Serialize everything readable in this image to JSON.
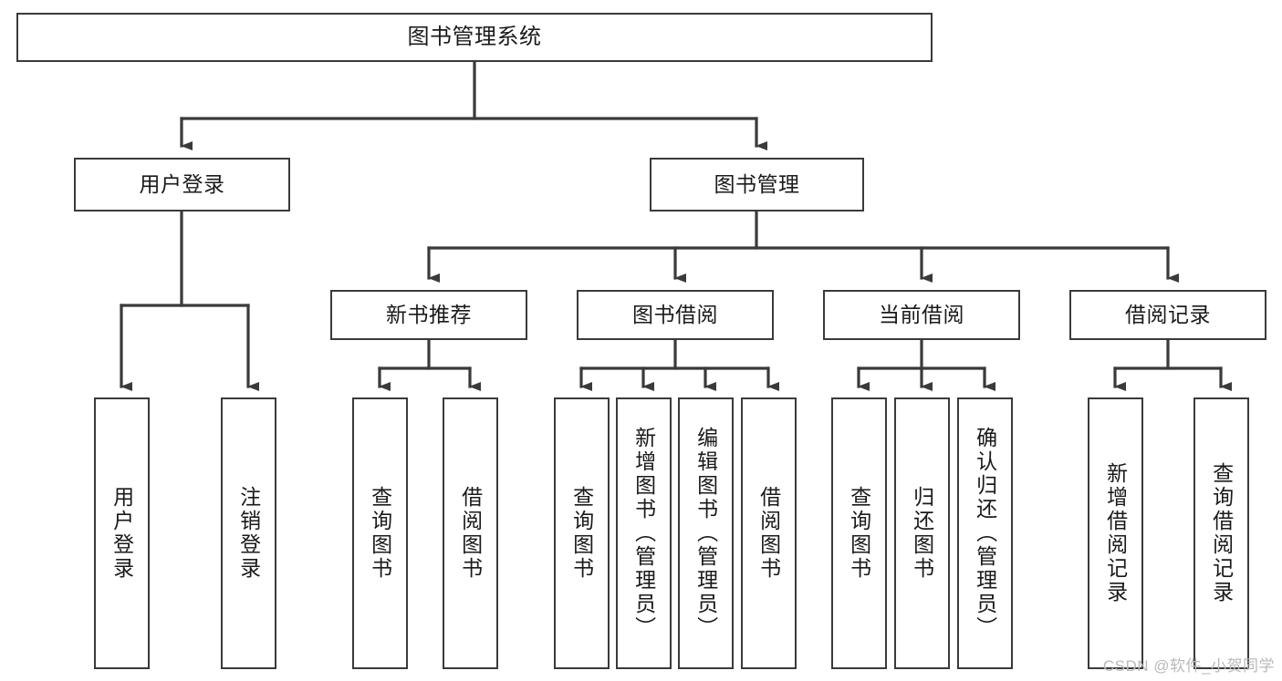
{
  "diagram": {
    "title": "图书管理系统",
    "type": "hierarchy-tree",
    "watermark": "CSDN @软件_小贺同学",
    "colors": {
      "box_border": "#3a3a3a",
      "box_fill": "#ffffff",
      "edge": "#3a3a3a",
      "text": "#1a1a1a",
      "watermark": "#b9b9b9"
    },
    "nodes": {
      "root": {
        "label": "图书管理系统",
        "level": 1
      },
      "user_login": {
        "label": "用户登录",
        "level": 2
      },
      "book_manage": {
        "label": "图书管理",
        "level": 2
      },
      "new_book_rec": {
        "label": "新书推荐",
        "level": 3
      },
      "book_borrow": {
        "label": "图书借阅",
        "level": 3
      },
      "current_borrow": {
        "label": "当前借阅",
        "level": 3
      },
      "borrow_record": {
        "label": "借阅记录",
        "level": 3
      },
      "leaf_user_login": {
        "label": "用户登录",
        "level": 4
      },
      "leaf_logout": {
        "label": "注销登录",
        "level": 4
      },
      "leaf_query_book_1": {
        "label": "查询图书",
        "level": 4
      },
      "leaf_borrow_book_1": {
        "label": "借阅图书",
        "level": 4
      },
      "leaf_query_book_2": {
        "label": "查询图书",
        "level": 4
      },
      "leaf_add_book": {
        "label": "新增图书（管理员）",
        "level": 4
      },
      "leaf_edit_book": {
        "label": "编辑图书（管理员）",
        "level": 4
      },
      "leaf_borrow_book_2": {
        "label": "借阅图书",
        "level": 4
      },
      "leaf_query_book_3": {
        "label": "查询图书",
        "level": 4
      },
      "leaf_return_book": {
        "label": "归还图书",
        "level": 4
      },
      "leaf_confirm_return": {
        "label": "确认归还（管理员）",
        "level": 4
      },
      "leaf_add_record": {
        "label": "新增借阅记录",
        "level": 4
      },
      "leaf_query_record": {
        "label": "查询借阅记录",
        "level": 4
      }
    },
    "edges": [
      {
        "from": "root",
        "to": "user_login"
      },
      {
        "from": "root",
        "to": "book_manage"
      },
      {
        "from": "user_login",
        "to": "leaf_user_login"
      },
      {
        "from": "user_login",
        "to": "leaf_logout"
      },
      {
        "from": "book_manage",
        "to": "new_book_rec"
      },
      {
        "from": "book_manage",
        "to": "book_borrow"
      },
      {
        "from": "book_manage",
        "to": "current_borrow"
      },
      {
        "from": "book_manage",
        "to": "borrow_record"
      },
      {
        "from": "new_book_rec",
        "to": "leaf_query_book_1"
      },
      {
        "from": "new_book_rec",
        "to": "leaf_borrow_book_1"
      },
      {
        "from": "book_borrow",
        "to": "leaf_query_book_2"
      },
      {
        "from": "book_borrow",
        "to": "leaf_add_book"
      },
      {
        "from": "book_borrow",
        "to": "leaf_edit_book"
      },
      {
        "from": "book_borrow",
        "to": "leaf_borrow_book_2"
      },
      {
        "from": "current_borrow",
        "to": "leaf_query_book_3"
      },
      {
        "from": "current_borrow",
        "to": "leaf_return_book"
      },
      {
        "from": "current_borrow",
        "to": "leaf_confirm_return"
      },
      {
        "from": "borrow_record",
        "to": "leaf_add_record"
      },
      {
        "from": "borrow_record",
        "to": "leaf_query_record"
      }
    ]
  }
}
